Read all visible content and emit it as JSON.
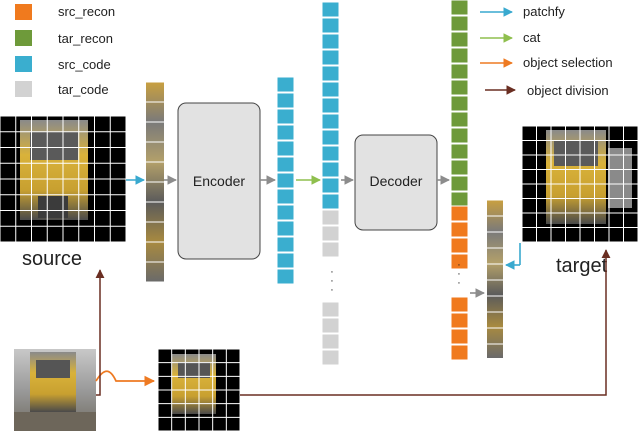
{
  "legend": {
    "src_recon": "src_recon",
    "tar_recon": "tar_recon",
    "src_code": "src_code",
    "tar_code": "tar_code",
    "patchfy": "patchfy",
    "cat": "cat",
    "object_selection": "object selection",
    "object_division": "object division"
  },
  "blocks": {
    "encoder": "Encoder",
    "decoder": "Decoder"
  },
  "labels": {
    "source": "source",
    "target": "target",
    "ellipsis": "·\n·\n·"
  },
  "colors": {
    "src_recon": "#f07a1e",
    "tar_recon": "#6e9a3a",
    "src_code": "#3aaecf",
    "tar_code": "#d2d2d2",
    "patchfy_arrow": "#39a9cf",
    "cat_arrow": "#8fbf4e",
    "selection_arrow": "#ee7a22",
    "division_arrow": "#6a2e22",
    "block_fill": "#e2e2e2",
    "gray_arrow": "#8c8c8c"
  }
}
